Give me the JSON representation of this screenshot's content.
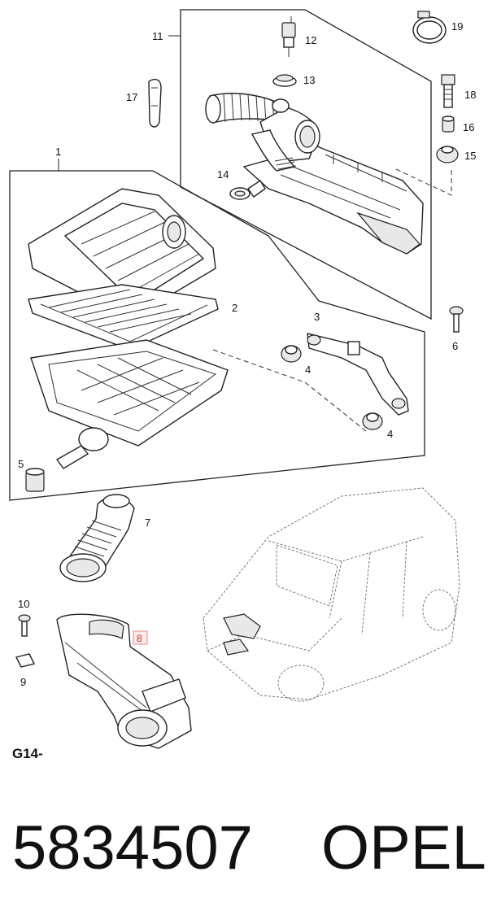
{
  "callouts": {
    "n1": "1",
    "n2": "2",
    "n3": "3",
    "n4a": "4",
    "n4b": "4",
    "n5": "5",
    "n6": "6",
    "n7": "7",
    "n8": "8",
    "n9": "9",
    "n10": "10",
    "n11": "11",
    "n12": "12",
    "n13": "13",
    "n14": "14",
    "n15": "15",
    "n16": "16",
    "n17": "17",
    "n18": "18",
    "n19": "19"
  },
  "highlighted_callout": "8",
  "diagram_code": "G14-",
  "part_number": "5834507",
  "brand": "OPEL",
  "colors": {
    "highlight_fill": "#fdeaea",
    "highlight_border": "#d98a8a",
    "highlight_text": "#c0392b"
  }
}
